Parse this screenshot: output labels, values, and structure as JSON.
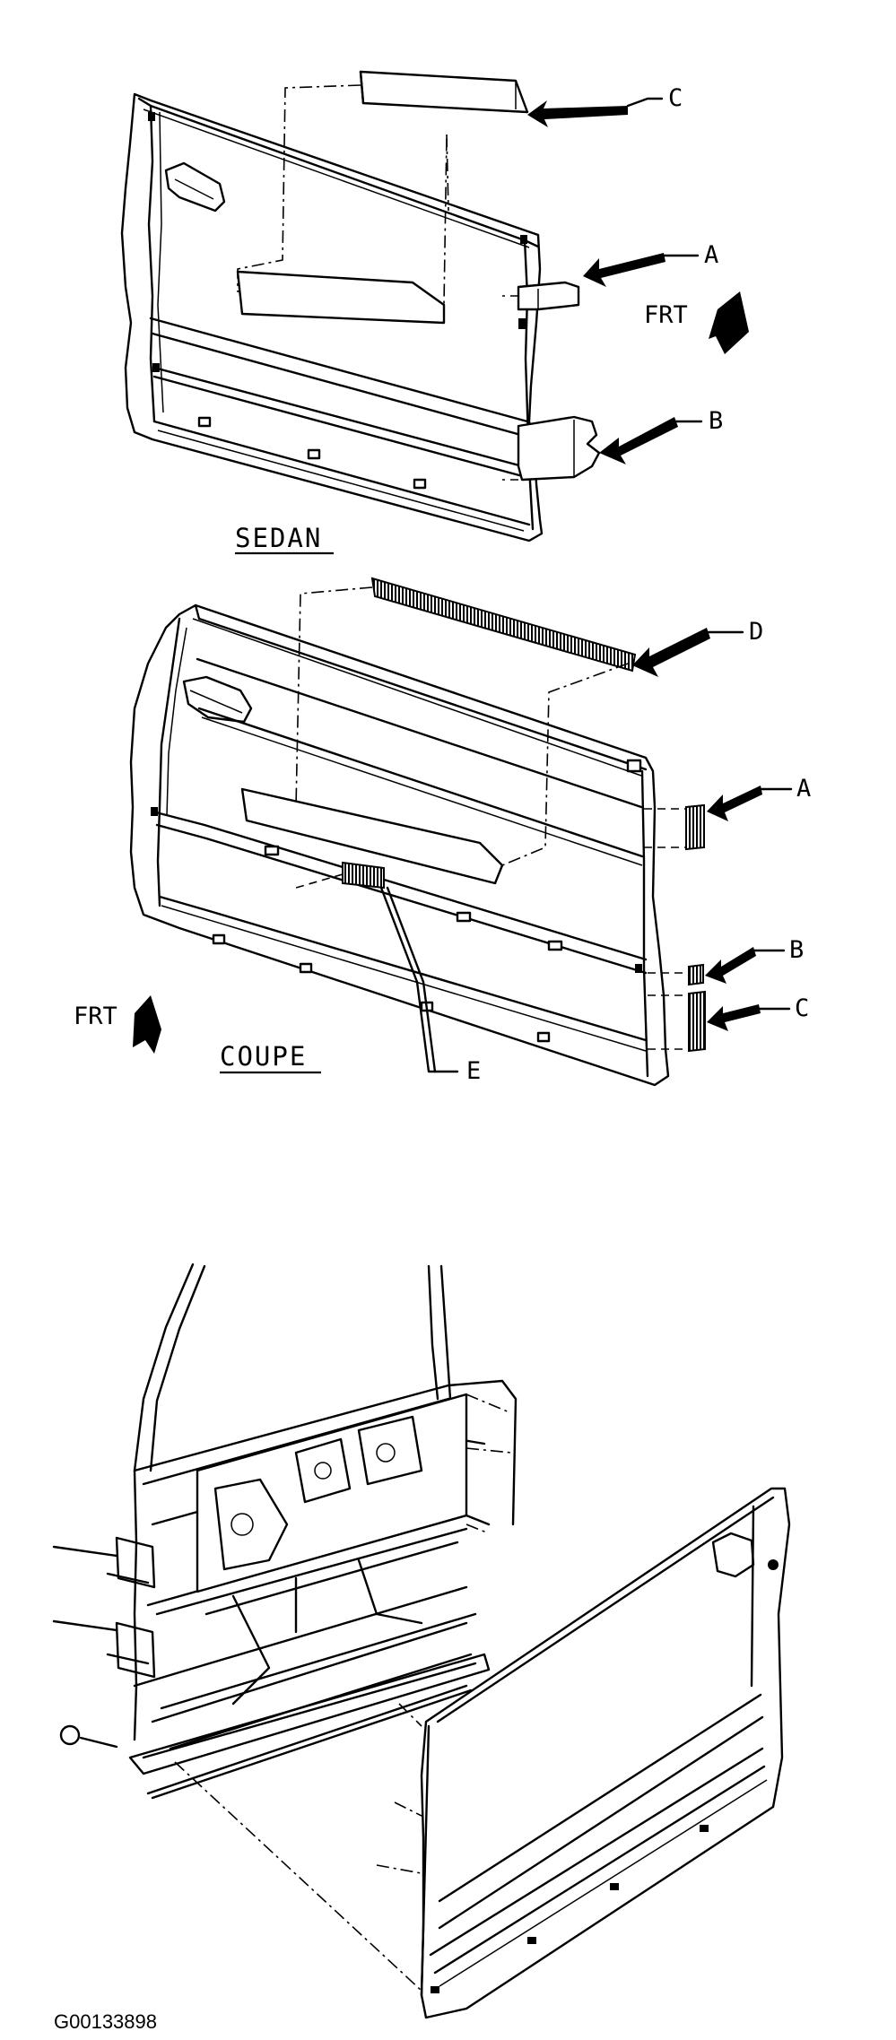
{
  "diagram": {
    "sedan": {
      "caption": "SEDAN",
      "frt_label": "FRT",
      "callouts": {
        "a": "A",
        "b": "B",
        "c": "C"
      }
    },
    "coupe": {
      "caption": "COUPE",
      "frt_label": "FRT",
      "callouts": {
        "a": "A",
        "b": "B",
        "c": "C",
        "d": "D",
        "e": "E"
      }
    },
    "figure_id": "G00133898"
  }
}
